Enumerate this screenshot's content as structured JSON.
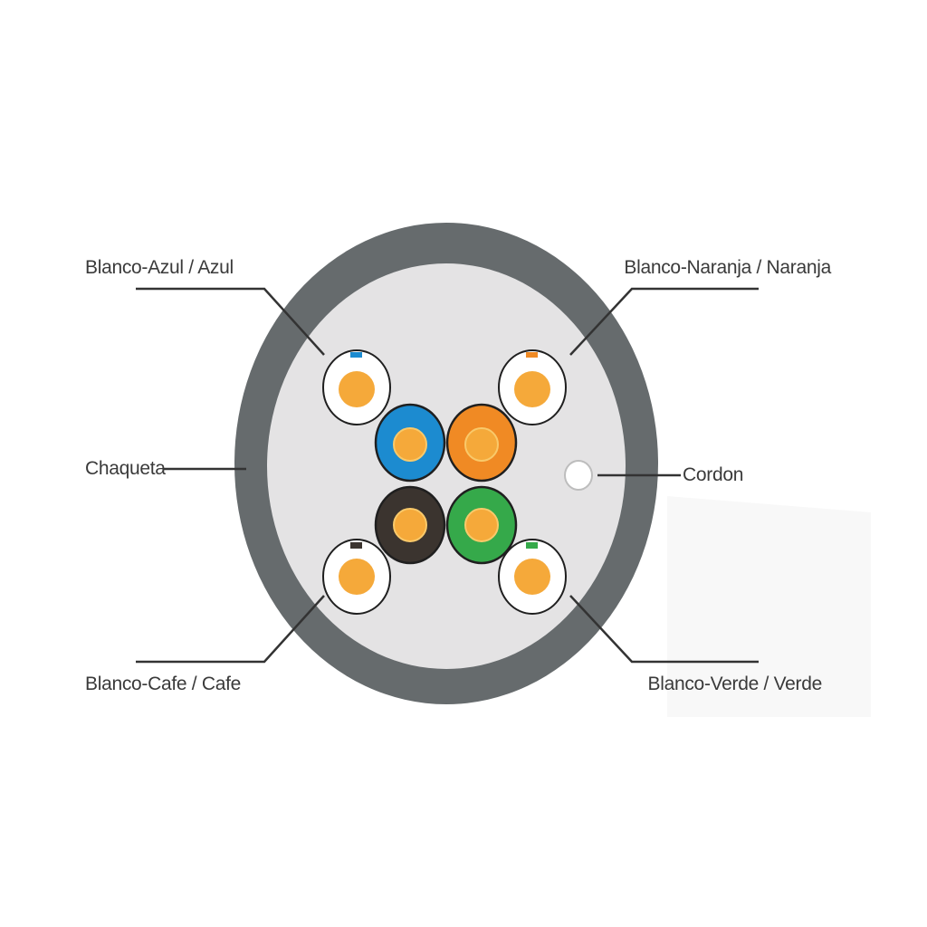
{
  "labels": {
    "blue_pair": "Blanco-Azul / Azul",
    "orange_pair": "Blanco-Naranja / Naranja",
    "jacket": "Chaqueta",
    "cord": "Cordon",
    "brown_pair": "Blanco-Cafe / Cafe",
    "green_pair": "Blanco-Verde / Verde"
  },
  "colors": {
    "jacket": "#666b6d",
    "jacket_inner": "#e4e3e4",
    "copper": "#f5a93a",
    "copper_rim": "#f9c96a",
    "white_insulation": "#ffffff",
    "outline": "#1f1f1f",
    "blue": "#1c8bd0",
    "orange": "#f08a24",
    "brown": "#3b342f",
    "green": "#35a94a",
    "leader_line": "#333333"
  }
}
